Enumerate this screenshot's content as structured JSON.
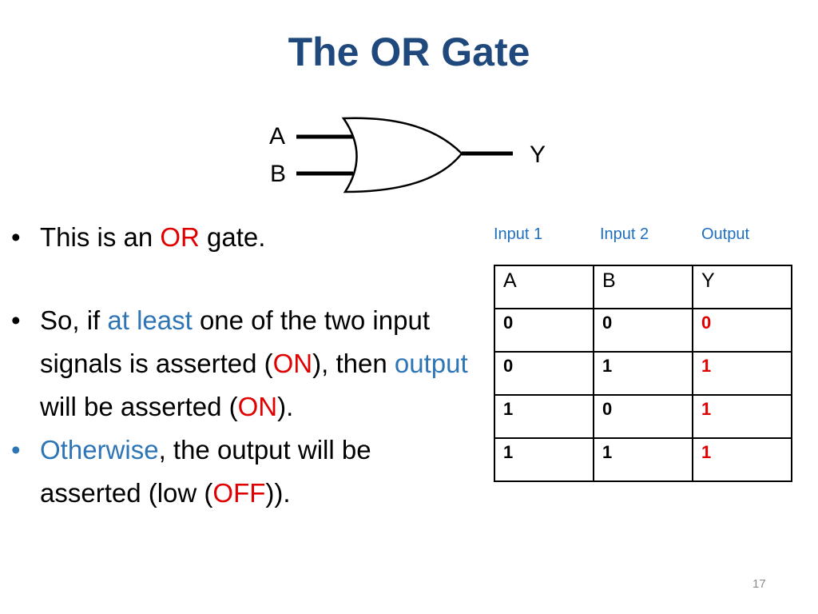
{
  "slide": {
    "title": "The OR Gate",
    "page_number": "17"
  },
  "gate": {
    "input_a": "A",
    "input_b": "B",
    "output_y": "Y"
  },
  "bullets": {
    "b1": {
      "p1": "This is an ",
      "p2": "OR",
      "p3": " gate."
    },
    "b2": {
      "p1": "So, if ",
      "p2": "at least",
      "p3": " one of the two input signals is asserted (",
      "p4": "ON",
      "p5": "), then ",
      "p6": "output",
      "p7": " will be asserted (",
      "p8": "ON",
      "p9": ")."
    },
    "b3": {
      "p1": "Otherwise",
      "p2": ", the output will be asserted (low (",
      "p3": "OFF",
      "p4": "))."
    }
  },
  "truth_table": {
    "column_titles": [
      "Input 1",
      "Input 2",
      "Output"
    ],
    "headers": [
      "A",
      "B",
      "Y"
    ],
    "rows": [
      [
        "0",
        "0",
        "0"
      ],
      [
        "0",
        "1",
        "1"
      ],
      [
        "1",
        "0",
        "1"
      ],
      [
        "1",
        "1",
        "1"
      ]
    ]
  },
  "colors": {
    "title": "#1f497d",
    "highlight_red": "#e00000",
    "highlight_blue": "#2e75b6",
    "table_titles": "#1f6fbf"
  }
}
